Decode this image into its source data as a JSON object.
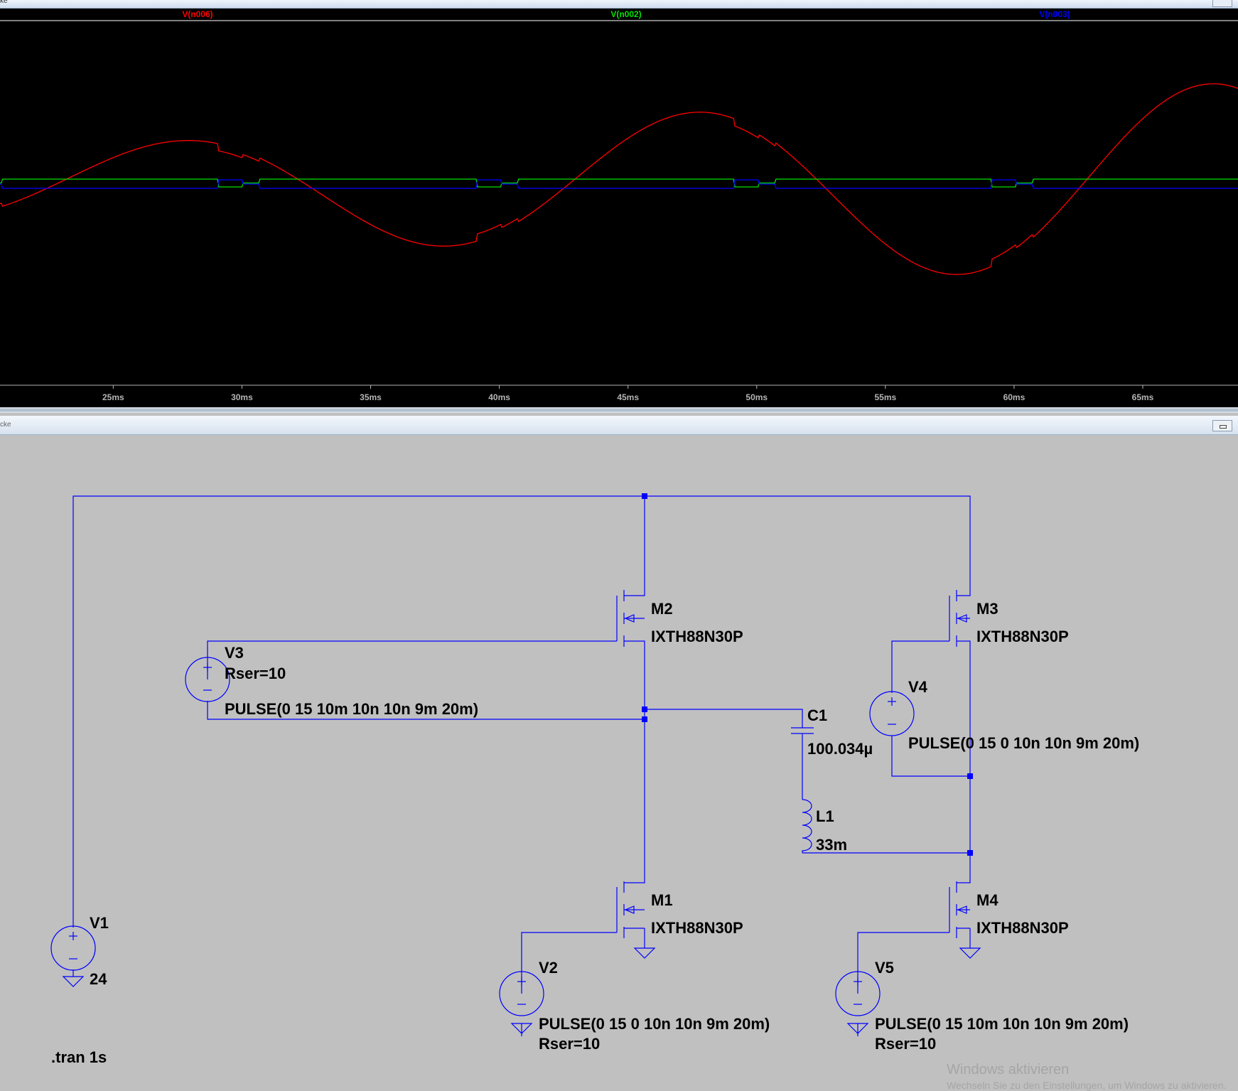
{
  "waveform_window": {
    "title": "ke",
    "trace_labels": [
      {
        "name": "V(n006)",
        "color": "#ff0000"
      },
      {
        "name": "V(n002)",
        "color": "#00e000"
      },
      {
        "name": "V(n003)",
        "color": "#0000ff"
      }
    ],
    "x_ticks": [
      "25ms",
      "30ms",
      "35ms",
      "40ms",
      "45ms",
      "50ms",
      "55ms",
      "60ms",
      "65ms"
    ]
  },
  "chart_data": {
    "type": "line",
    "xlabel": "",
    "ylabel": "",
    "x_unit": "ms",
    "xlim": [
      20.6,
      68.7
    ],
    "x_ticks": [
      25,
      30,
      35,
      40,
      45,
      50,
      55,
      60,
      65
    ],
    "grid": false,
    "legend": "top",
    "series": [
      {
        "name": "V(n006)",
        "color": "#ff0000",
        "shape": "sine with dips at switching edges",
        "period_ms": 20
      },
      {
        "name": "V(n002)",
        "color": "#00e000",
        "shape": "near-constant with pulse steps every 10ms"
      },
      {
        "name": "V(n003)",
        "color": "#0000ff",
        "shape": "near-constant with pulse steps every 10ms"
      }
    ]
  },
  "schematic_window": {
    "title": "cke",
    "components": {
      "m2": {
        "name": "M2",
        "model": "IXTH88N30P"
      },
      "m3": {
        "name": "M3",
        "model": "IXTH88N30P"
      },
      "m1": {
        "name": "M1",
        "model": "IXTH88N30P"
      },
      "m4": {
        "name": "M4",
        "model": "IXTH88N30P"
      },
      "v3": {
        "name": "V3",
        "rser": "Rser=10",
        "value": "PULSE(0 15 10m 10n 10n 9m 20m)"
      },
      "v4": {
        "name": "V4",
        "value": "PULSE(0 15 0 10n 10n 9m 20m)"
      },
      "c1": {
        "name": "C1",
        "value": "100.034µ"
      },
      "l1": {
        "name": "L1",
        "value": "33m"
      },
      "v1": {
        "name": "V1",
        "value": "24"
      },
      "v2": {
        "name": "V2",
        "value": "PULSE(0 15 0 10n 10n 9m 20m)",
        "rser": "Rser=10"
      },
      "v5": {
        "name": "V5",
        "value": "PULSE(0 15 10m 10n 10n 9m 20m)",
        "rser": "Rser=10"
      }
    },
    "directive": ".tran 1s",
    "wire_color": "#0000ff"
  },
  "watermark": {
    "line1": "Windows aktivieren",
    "line2": "Wechseln Sie zu den Einstellungen, um Windows zu aktivieren."
  }
}
